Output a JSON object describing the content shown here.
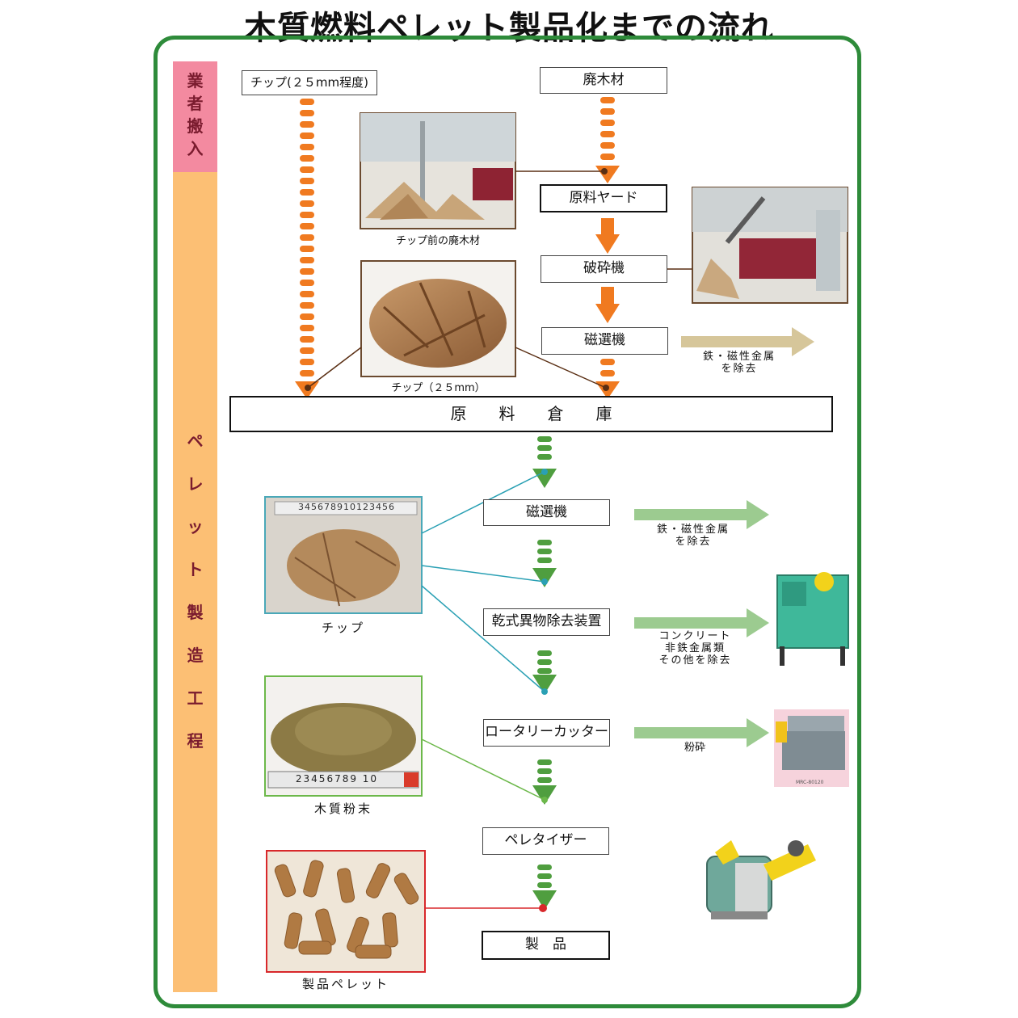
{
  "title": "木質燃料ペレット製品化までの流れ",
  "side_labels": {
    "top": [
      "業",
      "者",
      "搬",
      "入"
    ],
    "bottom": [
      "ペ",
      "レ",
      "ッ",
      "ト",
      "製",
      "造",
      "工",
      "程"
    ]
  },
  "boxes": {
    "chip_input": "チップ(２５mm程度)",
    "waste_wood": "廃木材",
    "raw_yard": "原料ヤード",
    "crusher": "破砕機",
    "magnet1": "磁選機",
    "warehouse": "原　　料　　倉　　庫",
    "magnet2": "磁選機",
    "dry_remover": "乾式異物除去装置",
    "rotary_cutter": "ロータリーカッター",
    "pelletizer": "ペレタイザー",
    "product": "製　品"
  },
  "captions": {
    "waste_photo": "チップ前の廃木材",
    "chip25_photo": "チップ（２５mm）",
    "chip_photo": "チップ",
    "powder_photo": "木質粉末",
    "pellet_photo": "製品ペレット"
  },
  "notes": {
    "remove_metal1": [
      "鉄・磁性金属",
      "を除去"
    ],
    "remove_metal2": [
      "鉄・磁性金属",
      "を除去"
    ],
    "remove_concrete": [
      "コンクリート",
      "非鉄金属類",
      "その他を除去"
    ],
    "crush": "粉砕"
  },
  "scale_text": {
    "ruler_top": "345678910123456",
    "ruler_bottom": "23456789 10",
    "machine_label": "MRC-80120"
  },
  "colors": {
    "frame": "#2e8b3a",
    "band_top": "#f38aa0",
    "band_bottom": "#fcbf74",
    "orange_flow": "#f07a20",
    "green_flow": "#4f9e3f",
    "light_green_arrow": "#9ccb90",
    "tan_arrow": "#d6c69a"
  }
}
